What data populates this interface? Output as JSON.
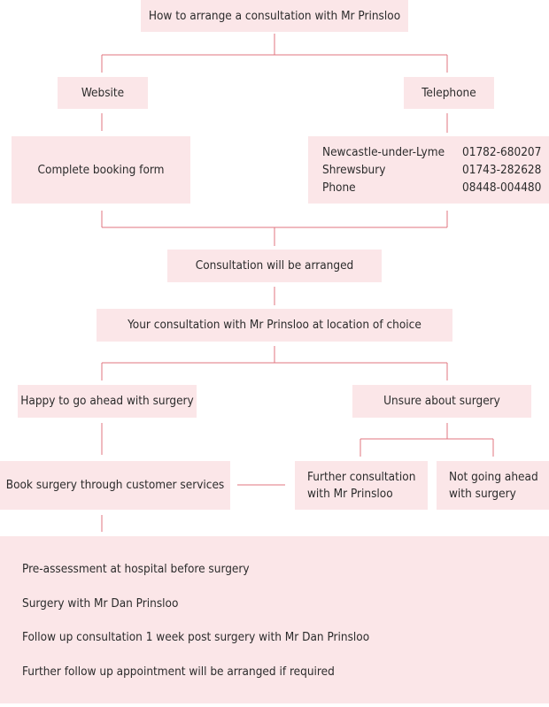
{
  "title": "How to arrange a consultation with Mr Prinsloo",
  "website": {
    "label": "Website",
    "step": "Complete booking form"
  },
  "telephone": {
    "label": "Telephone",
    "numbers": [
      {
        "place": "Newcastle-under-Lyme",
        "number": "01782-680207"
      },
      {
        "place": "Shrewsbury",
        "number": "01743-282628"
      },
      {
        "place": "Phone",
        "number": "08448-004480"
      }
    ]
  },
  "arranged": "Consultation will be arranged",
  "consultation": "Your consultation with Mr Prinsloo at location of choice",
  "happy": "Happy to go ahead with surgery",
  "unsure": "Unsure about surgery",
  "book": "Book surgery through customer services",
  "further": {
    "line1": "Further consultation",
    "line2": "with Mr Prinsloo"
  },
  "not_going": {
    "line1": "Not going ahead",
    "line2": "with surgery"
  },
  "steps": [
    "Pre-assessment at hospital before surgery",
    "Surgery with Mr Dan Prinsloo",
    "Follow up consultation 1 week post surgery with Mr Dan Prinsloo",
    "Further follow up appointment will be arranged if required"
  ],
  "colors": {
    "box": "#fbe6e8",
    "connector": "#e0747f"
  }
}
